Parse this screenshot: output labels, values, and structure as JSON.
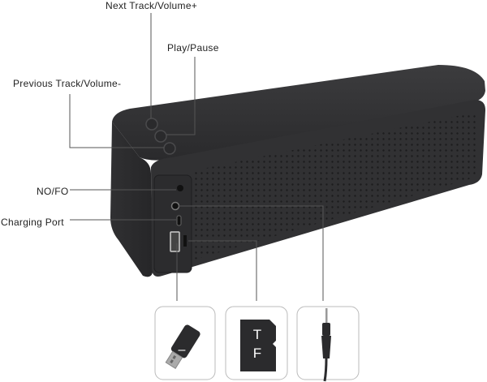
{
  "product": "portable bluetooth speaker",
  "callouts": {
    "next_track": "Next Track/Volume+",
    "play_pause": "Play/Pause",
    "previous_track": "Previous Track/Volume-",
    "no_fo": "NO/FO",
    "charging_port": "Charging Port"
  },
  "accessories": {
    "usb_drive_mark": "–",
    "tf_card_mark": "T F"
  },
  "colors": {
    "speaker_body": "#2b2b2d",
    "speaker_face": "#333335",
    "leader_line": "#555555",
    "card_border": "#bbbbbb"
  },
  "icons": [
    "usb-drive-icon",
    "tf-card-icon",
    "aux-cable-icon"
  ]
}
